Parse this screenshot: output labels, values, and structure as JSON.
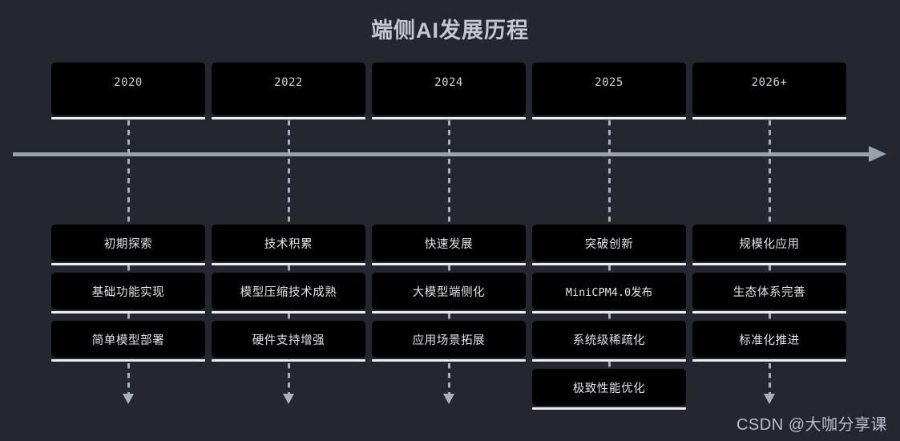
{
  "page": {
    "title": "端侧AI发展历程",
    "background_color": "#24272f",
    "card_color": "#000000",
    "rule_color": "#e9ecf1",
    "accent_color": "#98a1b0",
    "text_color": "#dfe3ea"
  },
  "axis": {
    "direction": "left-to-right",
    "arrow_label": "timeline-arrow"
  },
  "columns": [
    {
      "year": "2020",
      "items": [
        {
          "label": "初期探索",
          "mono": false
        },
        {
          "label": "基础功能实现",
          "mono": false
        },
        {
          "label": "简单模型部署",
          "mono": false
        }
      ],
      "has_bottom_arrow": true
    },
    {
      "year": "2022",
      "items": [
        {
          "label": "技术积累",
          "mono": false
        },
        {
          "label": "模型压缩技术成熟",
          "mono": false
        },
        {
          "label": "硬件支持增强",
          "mono": false
        }
      ],
      "has_bottom_arrow": true
    },
    {
      "year": "2024",
      "items": [
        {
          "label": "快速发展",
          "mono": false
        },
        {
          "label": "大模型端侧化",
          "mono": false
        },
        {
          "label": "应用场景拓展",
          "mono": false
        }
      ],
      "has_bottom_arrow": true
    },
    {
      "year": "2025",
      "items": [
        {
          "label": "突破创新",
          "mono": false
        },
        {
          "label": "MiniCPM4.0发布",
          "mono": true
        },
        {
          "label": "系统级稀疏化",
          "mono": false
        },
        {
          "label": "极致性能优化",
          "mono": false
        }
      ],
      "has_bottom_arrow": false
    },
    {
      "year": "2026+",
      "items": [
        {
          "label": "规模化应用",
          "mono": false
        },
        {
          "label": "生态体系完善",
          "mono": false
        },
        {
          "label": "标准化推进",
          "mono": false
        }
      ],
      "has_bottom_arrow": true
    }
  ],
  "watermark": "CSDN @大咖分享课"
}
